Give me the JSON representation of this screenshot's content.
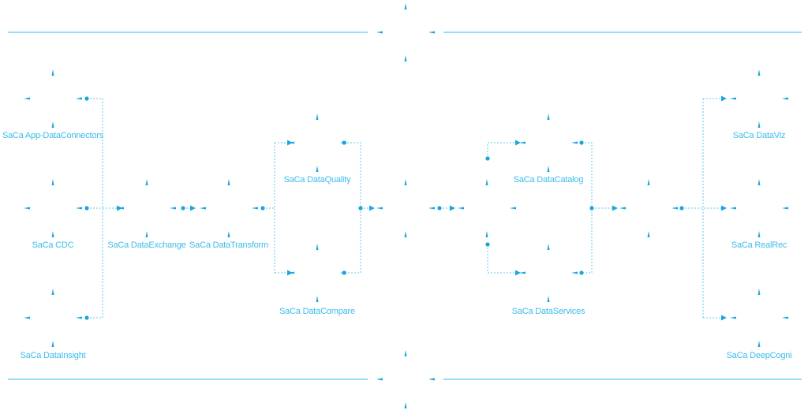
{
  "colors": {
    "accent": "#1aa6dc",
    "line": "#5ccaf2",
    "label": "#3cbcec"
  },
  "nodes": {
    "app_dataconnectors": "SaCa App-DataConnectors",
    "cdc": "SaCa CDC",
    "datainsight": "SaCa DataInsight",
    "dataexchange": "SaCa DataExchange",
    "datatransform": "SaCa DataTransform",
    "dataquality": "SaCa DataQuality",
    "datacompare": "SaCa DataCompare",
    "datacatalog": "SaCa DataCatalog",
    "dataservices": "SaCa DataServices",
    "dataviz": "SaCa DataViz",
    "realrec": "SaCa RealRec",
    "deepcogni": "SaCa DeepCogni"
  }
}
